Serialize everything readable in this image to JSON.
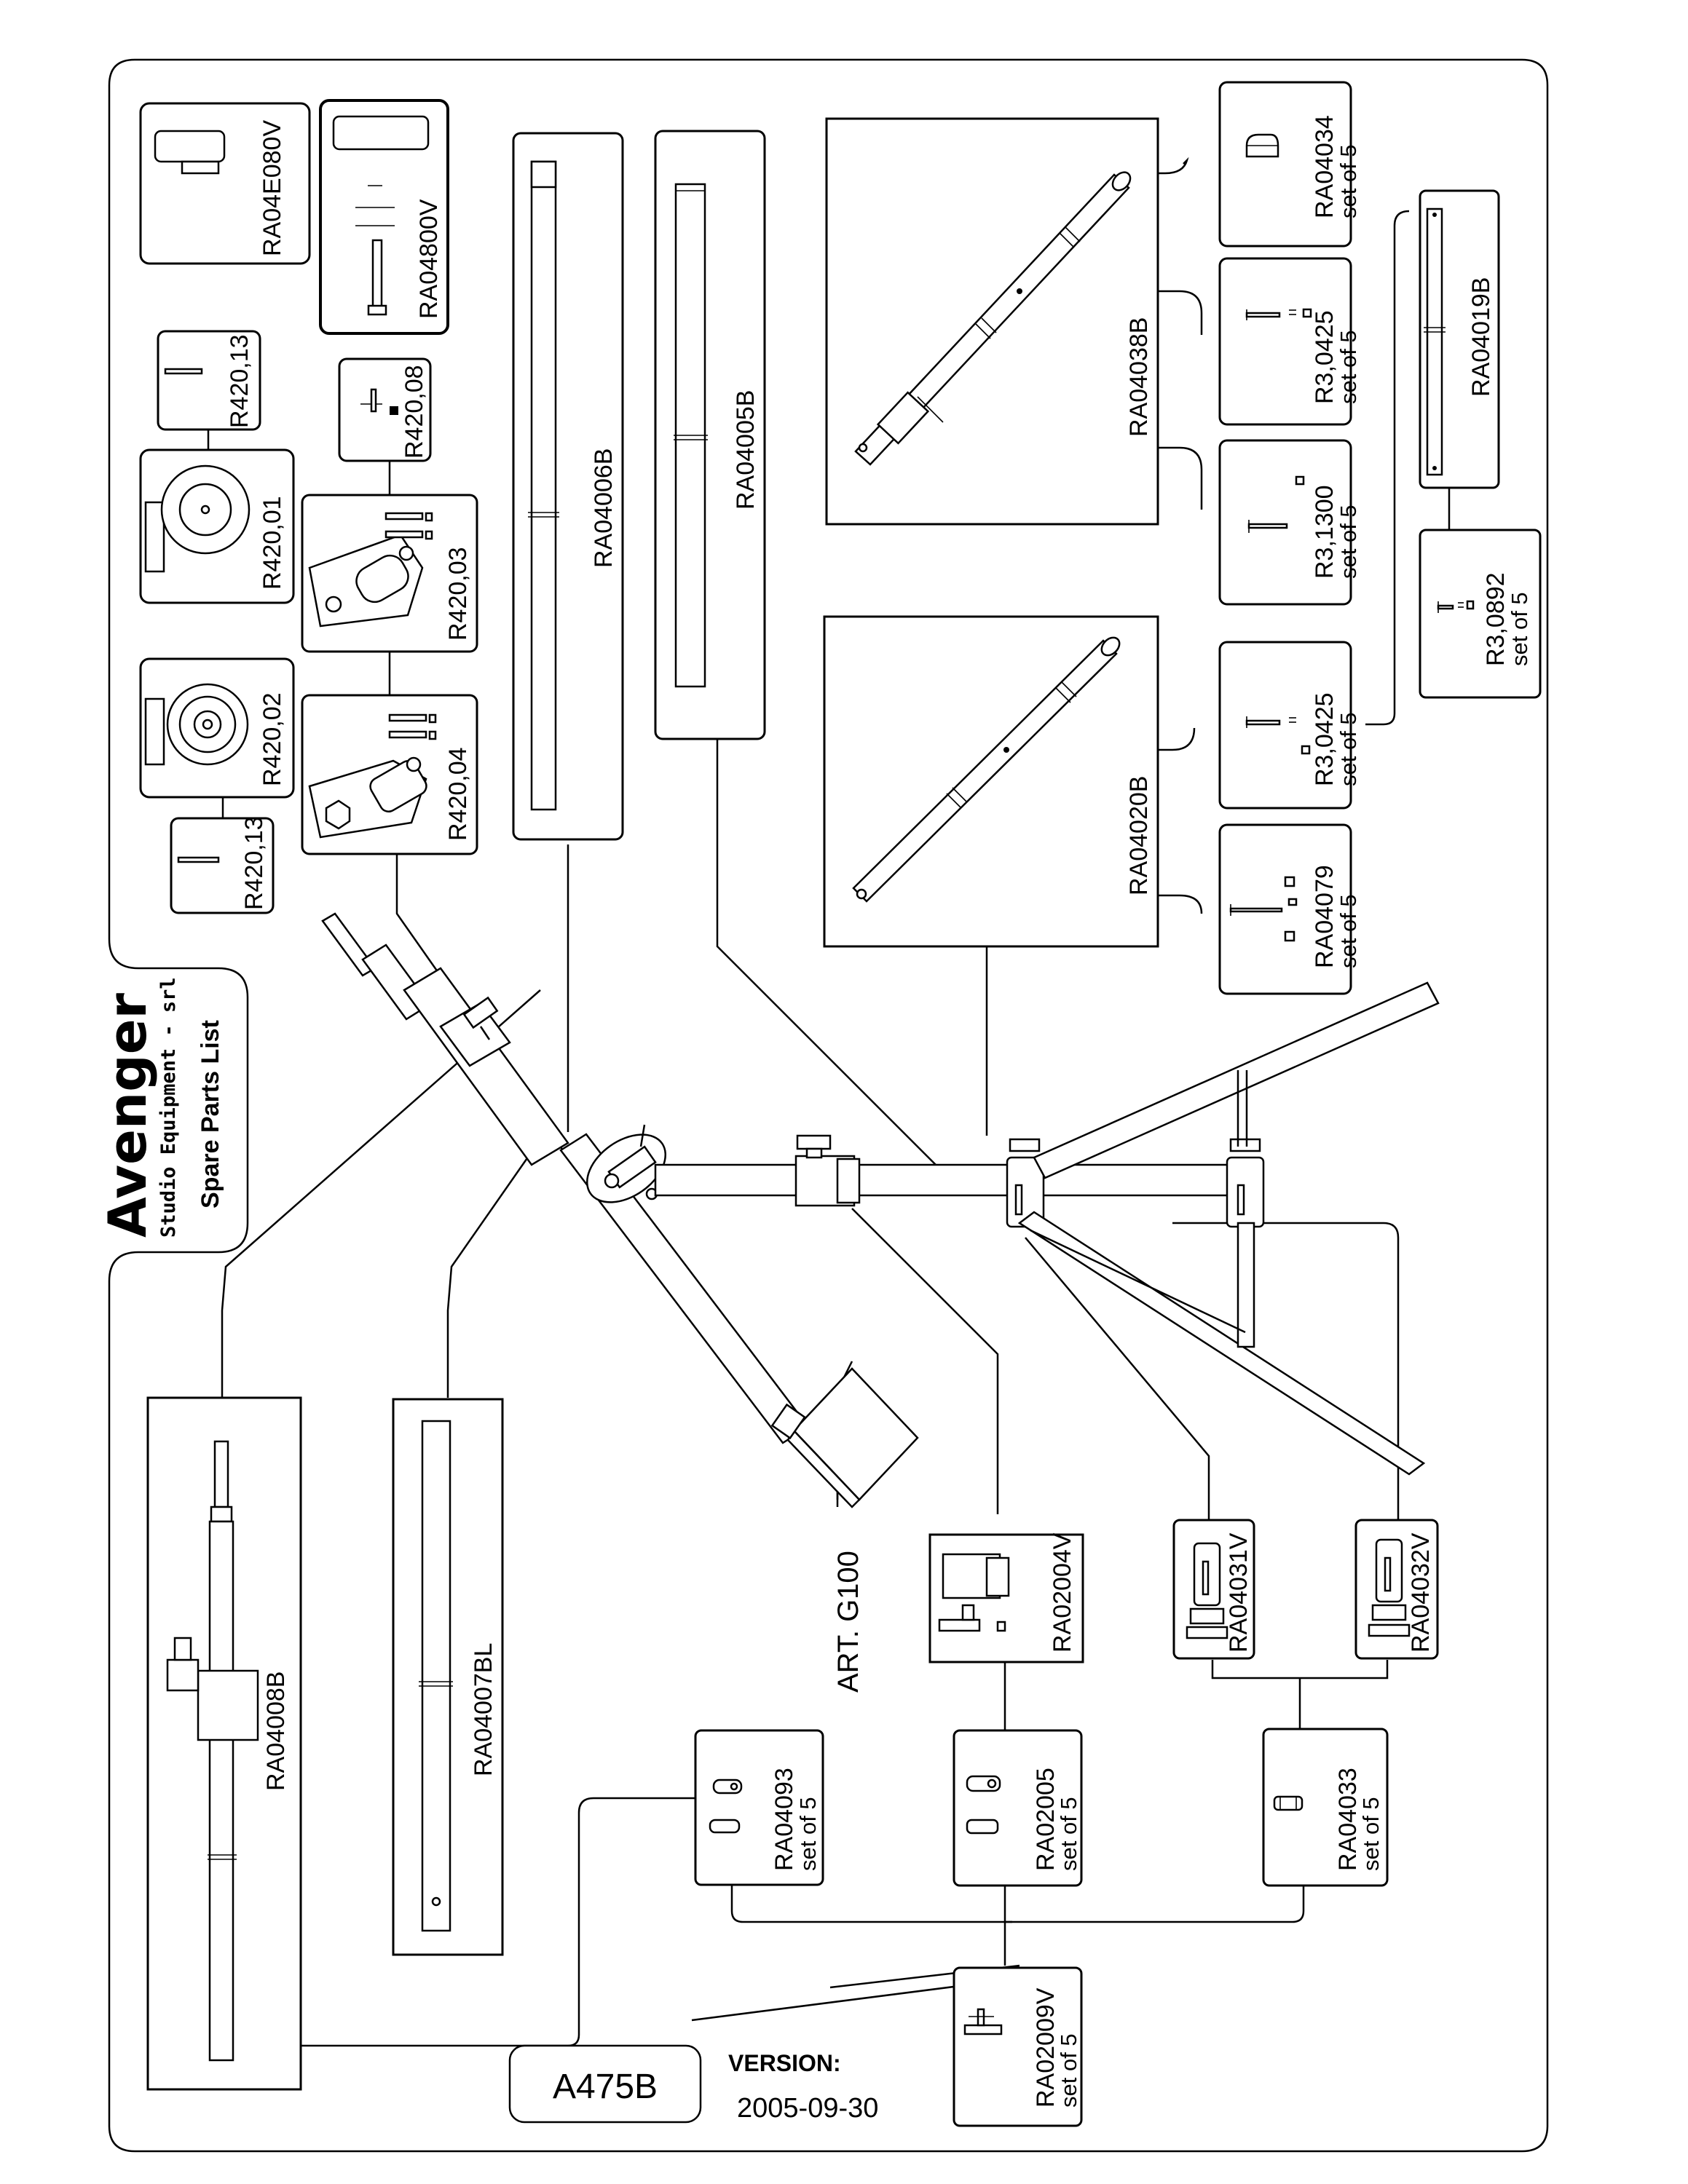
{
  "brand": {
    "name": "Avenger",
    "company": "Studio Equipment - srl",
    "doc_type": "Spare Parts List"
  },
  "parts": {
    "ra04e080v": "RA04E080V",
    "ra04800v": "RA04800V",
    "r420_13a": "R420,13",
    "r420_08": "R420,08",
    "r420_01": "R420,01",
    "r420_03": "R420,03",
    "r420_02": "R420,02",
    "r420_04": "R420,04",
    "r420_13b": "R420,13",
    "ra04006b": "RA04006B",
    "ra04005b": "RA04005B",
    "ra04038b": "RA04038B",
    "ra04034": "RA04034",
    "r3_0425a": "R3,0425",
    "r3_1300": "R3,1300",
    "ra04019b": "RA04019B",
    "r3_0892": "R3,0892",
    "ra04020b": "RA04020B",
    "r3_0425b": "R3,0425",
    "ra04079": "RA04079",
    "ra04008b": "RA04008B",
    "ra04007bl": "RA04007BL",
    "art_g100": "ART. G100",
    "ra02004v": "RA02004V",
    "ra04031v": "RA04031V",
    "ra04032v": "RA04032V",
    "ra04093": "RA04093",
    "ra02005": "RA02005",
    "ra04033": "RA04033",
    "ra02009v": "RA02009V"
  },
  "set_of_5": "set of 5",
  "version": {
    "model": "A475B",
    "label": "VERSION:",
    "date": "2005-09-30"
  }
}
